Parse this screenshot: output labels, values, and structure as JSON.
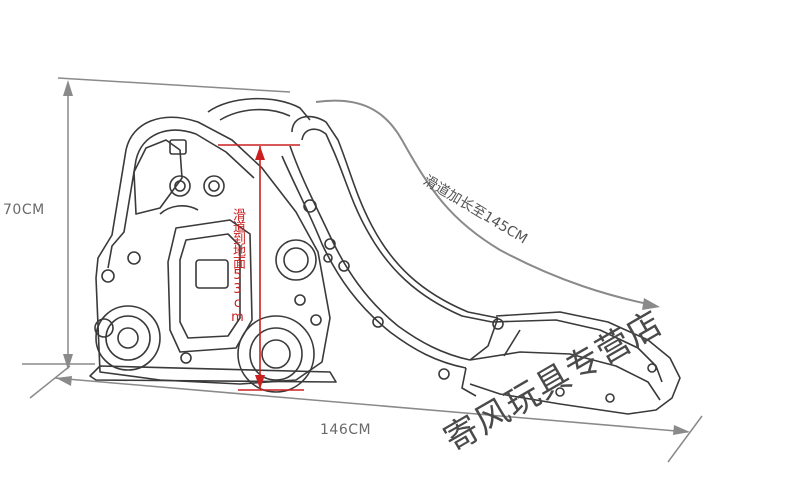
{
  "dimensions": {
    "height": "70CM",
    "width": "146CM",
    "slide_length": "滑道加长至145CM",
    "slide_height": "滑道到地面53cm"
  },
  "watermark": "寄风玩具专营店",
  "colors": {
    "dimension_line": "#8a8a8a",
    "slide_height_marker": "#cc2020",
    "sketch_line": "#3a3a3a"
  }
}
